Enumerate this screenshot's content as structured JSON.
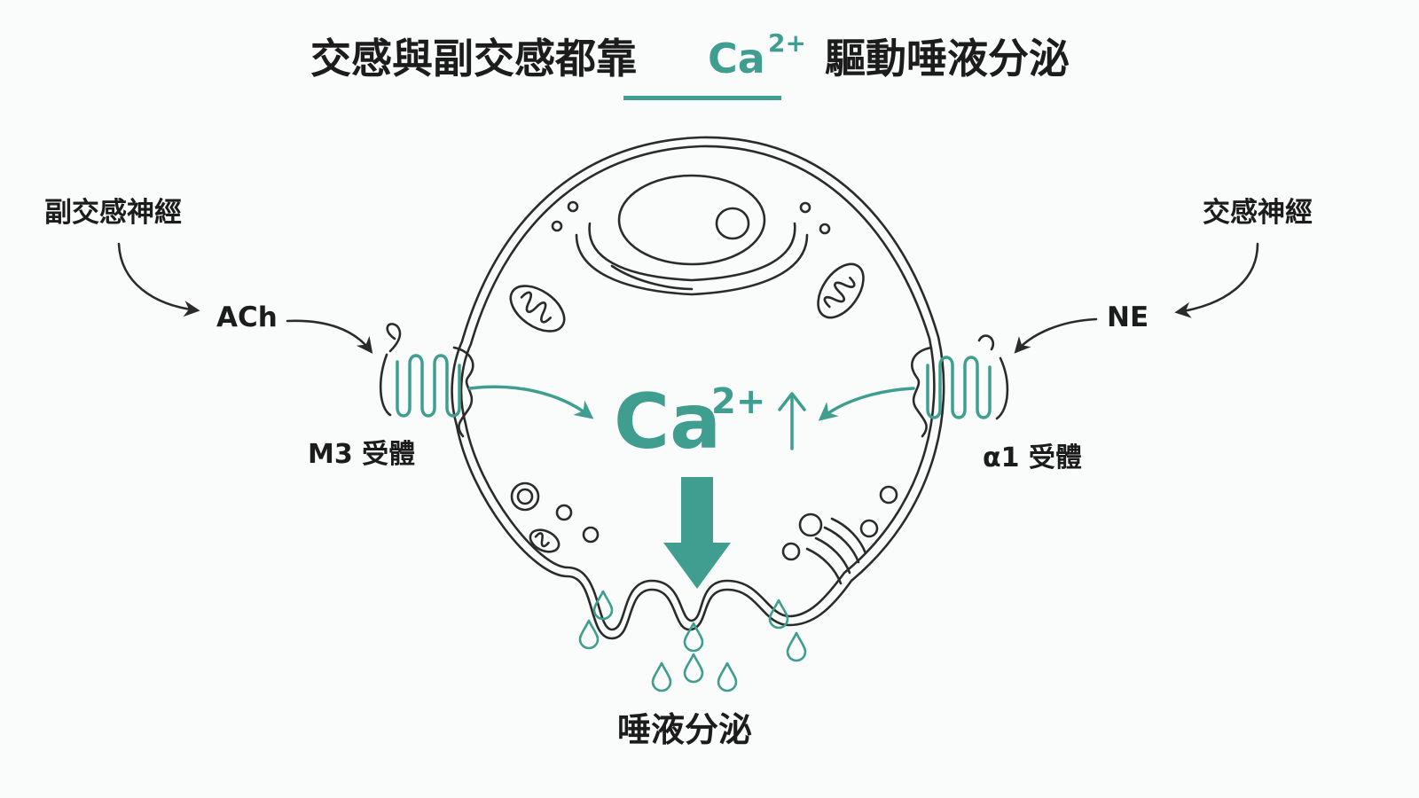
{
  "title": {
    "before": "交感與副交感都靠",
    "ion": "Ca",
    "ion_charge": "2+",
    "after": "驅動唾液分泌"
  },
  "left": {
    "nerve": "副交感神經",
    "transmitter": "ACh",
    "receptor": "M3 受體"
  },
  "right": {
    "nerve": "交感神經",
    "transmitter": "NE",
    "receptor": "α1 受體"
  },
  "center": {
    "ion": "Ca",
    "ion_charge": "2+"
  },
  "bottom_label": "唾液分泌",
  "colors": {
    "accent": "#3f9e90",
    "ink": "#2b2b2b"
  }
}
